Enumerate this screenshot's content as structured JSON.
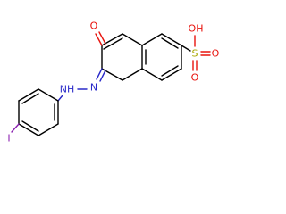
{
  "labels": {
    "carbonyl_o": "O",
    "oh": "OH",
    "sulfur": "S",
    "so_o_top": "O",
    "so_o_bottom": "O",
    "nh": "NH",
    "azo_n": "N",
    "iodine": "I"
  },
  "colors": {
    "carbon_bond": "#000000",
    "oxygen": "#e8130d",
    "nitrogen": "#2a2ac9",
    "sulfur": "#a8a800",
    "iodine": "#8a1fb0"
  }
}
